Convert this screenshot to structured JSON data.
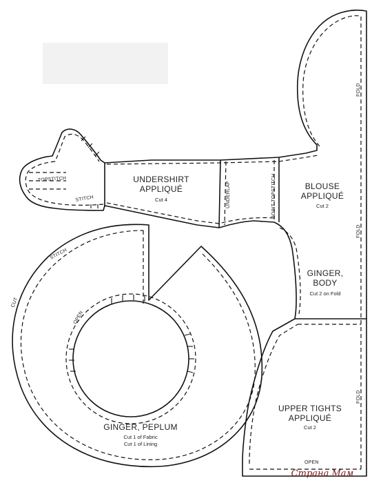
{
  "pieces": {
    "undershirt": {
      "title_1": "UNDERSHIRT",
      "title_2": "APPLIQUÉ",
      "cut": "Cut 4"
    },
    "blouse": {
      "title_1": "BLOUSE",
      "title_2": "APPLIQUÉ",
      "cut": "Cut 2"
    },
    "body": {
      "title_1": "GINGER,",
      "title_2": "BODY",
      "cut": "Cut 2 on Fold"
    },
    "tights": {
      "title_1": "UPPER TIGHTS",
      "title_2": "APPLIQUÉ",
      "cut": "Cut 2"
    },
    "peplum": {
      "title": "GINGER, PEPLUM",
      "cut_1": "Cut 1 of Fabric",
      "cut_2": "Cut 1 of Lining"
    }
  },
  "labels": {
    "topstitch": "TOPSTITCH",
    "stitch_arm": "STITCH",
    "underlap": "UNDERLAP",
    "joint_topstitch": "JOINT TOPSTITCH",
    "fold": "FOLD",
    "stitch_peplum": "STITCH",
    "cut": "CUT",
    "open_peplum": "OPEN",
    "open_bottom": "OPEN"
  },
  "watermark": "Страна Мам"
}
